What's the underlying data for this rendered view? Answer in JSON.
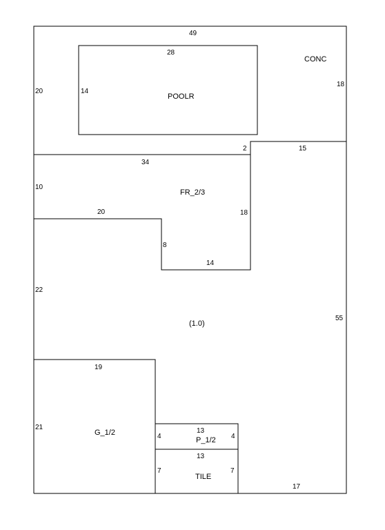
{
  "sketch": {
    "areas": {
      "conc": "CONC",
      "poolr": "POOLR",
      "fr": "FR_2/3",
      "main": "(1.0)",
      "garage": "G_1/2",
      "porch": "P_1/2",
      "tile": "TILE"
    },
    "dimensions": {
      "top": "49",
      "left_top": "20",
      "right_top": "18",
      "pool_top": "28",
      "pool_left": "14",
      "jog": "2",
      "right_segment_top": "15",
      "fr_top": "34",
      "fr_left": "10",
      "fr_right": "18",
      "fr_step_top": "20",
      "fr_step_side": "8",
      "fr_bottom": "14",
      "left_middle": "22",
      "right_main": "55",
      "garage_top": "19",
      "garage_left": "21",
      "porch_top": "13",
      "porch_left": "4",
      "porch_right": "4",
      "tile_top": "13",
      "tile_left": "7",
      "tile_right": "7",
      "bottom_right": "17"
    }
  }
}
